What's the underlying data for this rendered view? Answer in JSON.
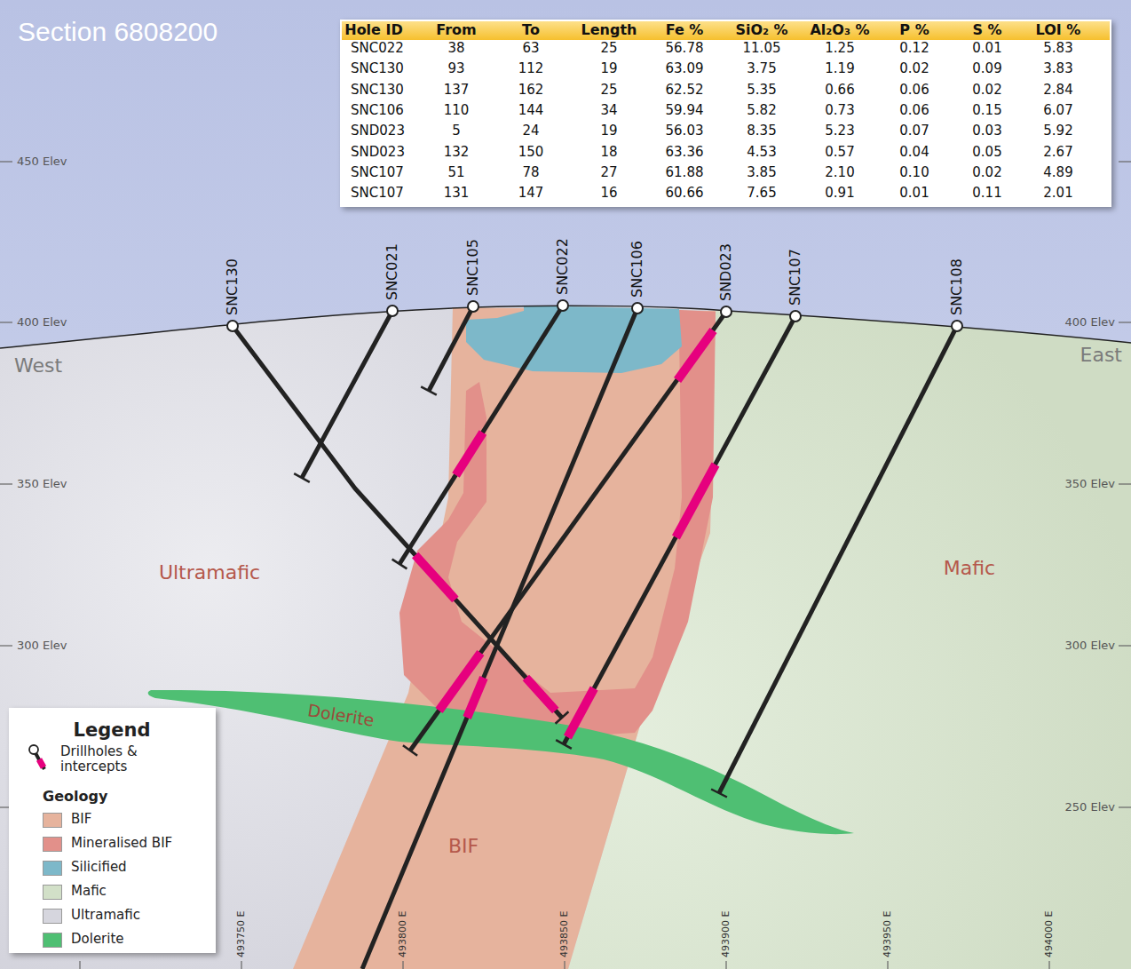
{
  "diagram": {
    "title": "Section 6808200",
    "labels": [
      "Hole ID",
      "From",
      "To",
      "Length",
      "Fe %",
      "SiO₂ %",
      "Al₂O₃ %",
      "P %",
      "S %",
      "LOI %",
      "SNC022",
      "38",
      "63",
      "25",
      "56.78",
      "11.05",
      "1.25",
      "0.12",
      "0.01",
      "5.83",
      "SNC130",
      "93",
      "112",
      "19",
      "63.09",
      "3.75",
      "1.19",
      "0.02",
      "0.09",
      "3.83",
      "SNC130",
      "137",
      "162",
      "25",
      "62.52",
      "5.35",
      "0.66",
      "0.06",
      "0.02",
      "2.84",
      "SNC106",
      "110",
      "144",
      "34",
      "59.94",
      "5.82",
      "0.73",
      "0.06",
      "0.15",
      "6.07",
      "SND023",
      "5",
      "24",
      "19",
      "56.03",
      "8.35",
      "5.23",
      "0.07",
      "0.03",
      "5.92",
      "SND023",
      "132",
      "150",
      "18",
      "63.36",
      "4.53",
      "0.57",
      "0.04",
      "0.05",
      "2.67",
      "SNC107",
      "51",
      "78",
      "27",
      "61.88",
      "3.85",
      "2.10",
      "0.10",
      "0.02",
      "4.89",
      "SNC107",
      "131",
      "147",
      "16",
      "60.66",
      "7.65",
      "0.91",
      "0.01",
      "0.11",
      "2.01",
      "SNC130",
      "SNC021",
      "SNC105",
      "SNC022",
      "SNC106",
      "SND023",
      "SNC107",
      "SNC108",
      "450 Elev",
      "400 Elev",
      "350 Elev",
      "300 Elev",
      "400 Elev",
      "350 Elev",
      "300 Elev",
      "250 Elev",
      "West",
      "East",
      "Ultramafic",
      "Mafic",
      "Dolerite",
      "BIF",
      "493750 E",
      "493800 E",
      "493850 E",
      "493900 E",
      "493950 E",
      "494000 E",
      "Legend",
      "Geology"
    ],
    "legend": [
      {
        "text": "Drillholes & intercepts"
      },
      {
        "text": "BIF",
        "color": "#e6b39d"
      },
      {
        "text": "Mineralised BIF",
        "color": "#e2908a"
      },
      {
        "text": "Silicified",
        "color": "#7db8c9"
      },
      {
        "text": "Mafic",
        "color": "#d2e0c8"
      },
      {
        "text": "Ultramafic",
        "color": "#d6d6de"
      },
      {
        "text": "Dolerite",
        "color": "#4fbf73"
      }
    ]
  }
}
